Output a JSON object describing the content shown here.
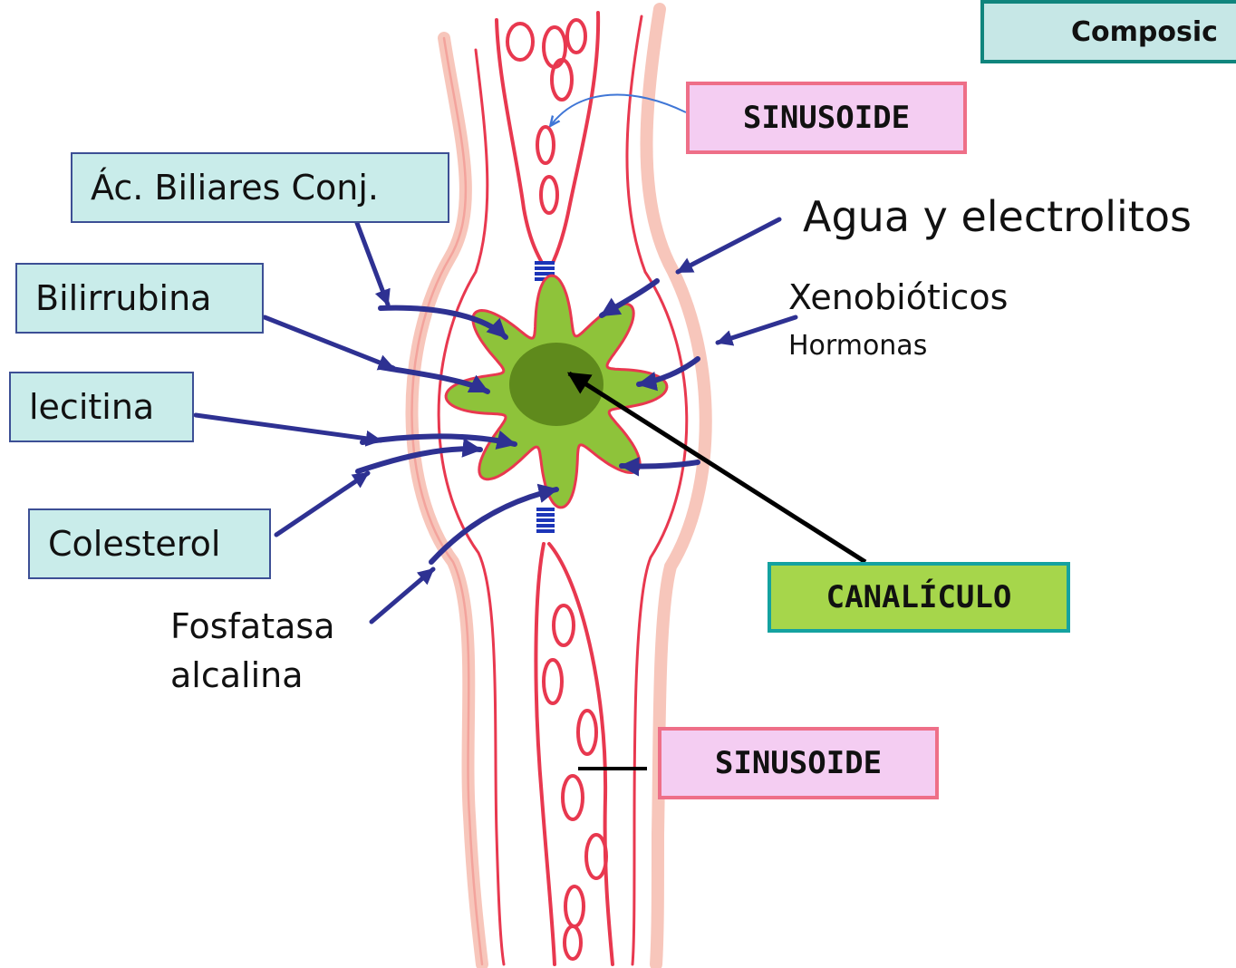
{
  "title": "Composic",
  "labels": {
    "acidos_biliares": "Ác. Biliares Conj.",
    "bilirrubina": "Bilirrubina",
    "lecitina": "lecitina",
    "colesterol": "Colesterol",
    "fosfatasa_line1": "Fosfatasa",
    "fosfatasa_line2": "alcalina",
    "agua": "Agua y electrolitos",
    "xenobioticos": "Xenobióticos",
    "hormonas": "Hormonas",
    "sinusoide_top": "SINUSOIDE",
    "sinusoide_bottom": "SINUSOIDE",
    "canaliculo": "CANALÍCULO"
  },
  "colors": {
    "vessel_red": "#e8384f",
    "cell_border": "#f1a091",
    "arrow_navy": "#2e3192",
    "canaliculus_fill": "#8ec33a",
    "lumen_fill": "#5f8a1c",
    "junction_blue": "#1c35b8",
    "curved_arrow_blue": "#3f76d6"
  }
}
